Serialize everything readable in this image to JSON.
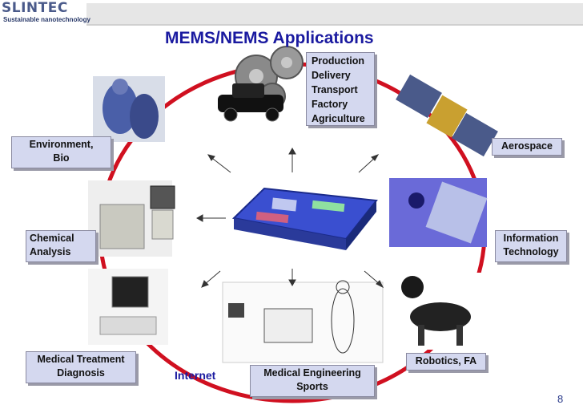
{
  "logo": {
    "name": "SLINTEC",
    "tagline": "Sustainable nanotechnology"
  },
  "title": "MEMS/NEMS  Applications",
  "labels": {
    "production": "Production\nDelivery\nTransport\nFactory\nAgriculture",
    "environment": "Environment,\nBio",
    "aerospace": "Aerospace",
    "chemical": "Chemical\nAnalysis",
    "information": "Information\nTechnology",
    "medical_treatment": "Medical Treatment\nDiagnosis",
    "robotics": "Robotics, FA",
    "medical_engineering": "Medical Engineering\nSports",
    "internet": "Internet"
  },
  "page_number": "8",
  "colors": {
    "title": "#1a1aa0",
    "ring": "#d01020",
    "label_bg": "#d4d8ef",
    "chip": "#3a4fd0"
  }
}
